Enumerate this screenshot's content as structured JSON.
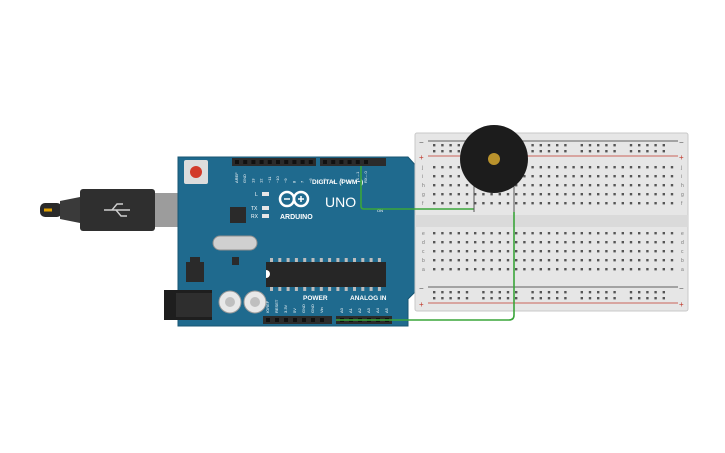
{
  "arduino": {
    "brand": "ARDUINO",
    "model": "UNO",
    "digital_label": "DIGITAL (PWM~)",
    "power_label": "POWER",
    "analog_label": "ANALOG IN",
    "led_labels": [
      "L",
      "TX",
      "RX"
    ],
    "digital_pins": [
      "AREF",
      "GND",
      "13",
      "12",
      "~11",
      "~10",
      "~9",
      "8",
      "7",
      "~6",
      "~5",
      "4",
      "~3",
      "2",
      "TX→1",
      "RX←0"
    ],
    "power_pins": [
      "IOREF",
      "RESET",
      "3.3V",
      "5V",
      "GND",
      "GND",
      "Vin"
    ],
    "analog_pins": [
      "A0",
      "A1",
      "A2",
      "A3",
      "A4",
      "A5"
    ],
    "on_label": "ON",
    "colors": {
      "board": "#1f6a8e",
      "header": "#2b2b2b"
    }
  },
  "breadboard": {
    "row_letters_top": [
      "j",
      "i",
      "h",
      "g",
      "f"
    ],
    "row_letters_bottom": [
      "e",
      "d",
      "c",
      "b",
      "a"
    ],
    "plus_label": "+",
    "minus_label": "−",
    "colors": {
      "body": "#e6e6e6",
      "rail_red": "#c0392b",
      "rail_dark": "#333333"
    }
  },
  "components": {
    "buzzer": "piezo-buzzer",
    "usb_cable": "usb-cable"
  },
  "wires": {
    "color": "#3aa53a"
  }
}
